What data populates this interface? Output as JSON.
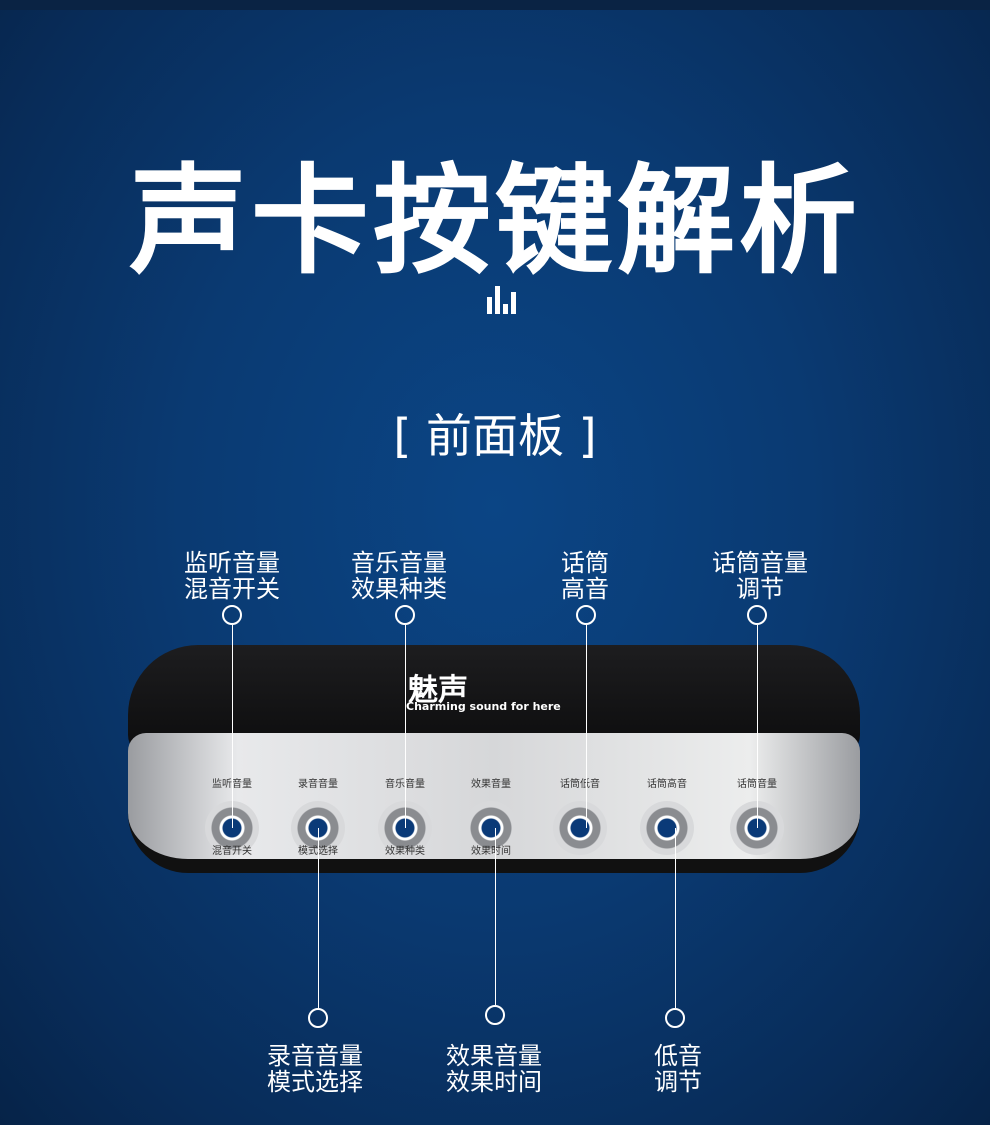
{
  "title": "声卡按键解析",
  "section": "[ 前面板 ]",
  "brand": {
    "name": "魅声",
    "tagline": "Charming sound for here"
  },
  "knobs": [
    {
      "top": "监听音量",
      "bottom": "混音开关"
    },
    {
      "top": "录音音量",
      "bottom": "模式选择"
    },
    {
      "top": "音乐音量",
      "bottom": "效果种类"
    },
    {
      "top": "效果音量",
      "bottom": "效果时间"
    },
    {
      "top": "话筒低音",
      "bottom": ""
    },
    {
      "top": "话筒高音",
      "bottom": ""
    },
    {
      "top": "话筒音量",
      "bottom": ""
    }
  ],
  "callouts_top": [
    {
      "line1": "监听音量",
      "line2": "混音开关"
    },
    {
      "line1": "音乐音量",
      "line2": "效果种类"
    },
    {
      "line1": "话筒",
      "line2": "高音"
    },
    {
      "line1": "话筒音量",
      "line2": "调节"
    }
  ],
  "callouts_bottom": [
    {
      "line1": "录音音量",
      "line2": "模式选择"
    },
    {
      "line1": "效果音量",
      "line2": "效果时间"
    },
    {
      "line1": "低音",
      "line2": "调节"
    }
  ]
}
